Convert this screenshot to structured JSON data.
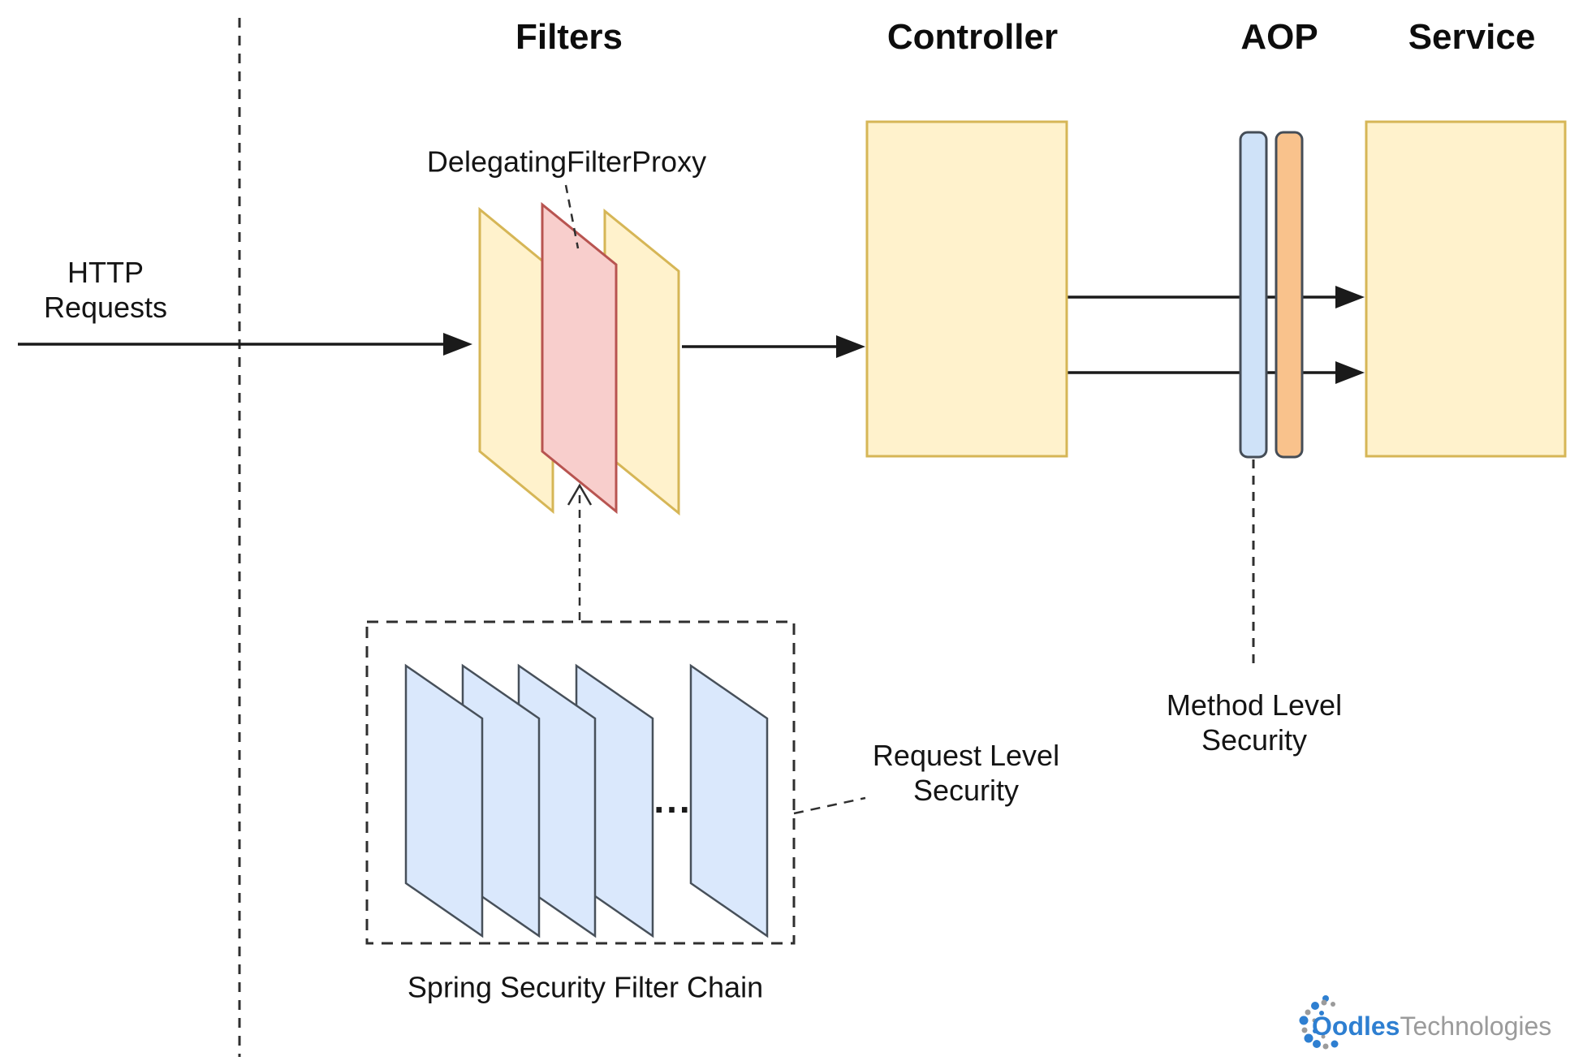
{
  "headings": {
    "filters": "Filters",
    "controller": "Controller",
    "aop": "AOP",
    "service": "Service"
  },
  "flow": {
    "http_requests": {
      "line1": "HTTP",
      "line2": "Requests"
    },
    "delegating_filter_proxy": "DelegatingFilterProxy",
    "filter_chain": {
      "title": "Spring Security Filter Chain",
      "ellipsis": "..."
    },
    "request_level_security": {
      "line1": "Request Level",
      "line2": "Security"
    },
    "method_level_security": {
      "line1": "Method Level",
      "line2": "Security"
    }
  },
  "logo": {
    "primary": "Oodles",
    "secondary": "Technologies"
  },
  "colors": {
    "yellow_fill": "#FFF2CC",
    "yellow_stroke": "#D6B656",
    "red_fill": "#F8CECC",
    "red_stroke": "#B85450",
    "chain_fill": "#DAE8FC",
    "chain_stroke": "#47505A",
    "bar_blue_fill": "#CFE2F8",
    "bar_orange_fill": "#F9C28C",
    "bar_stroke": "#454D57",
    "line": "#1A1A1A",
    "dashed": "#2F2F2F",
    "logo_blue": "#2E7FD1",
    "logo_gray": "#9B9B9B"
  }
}
